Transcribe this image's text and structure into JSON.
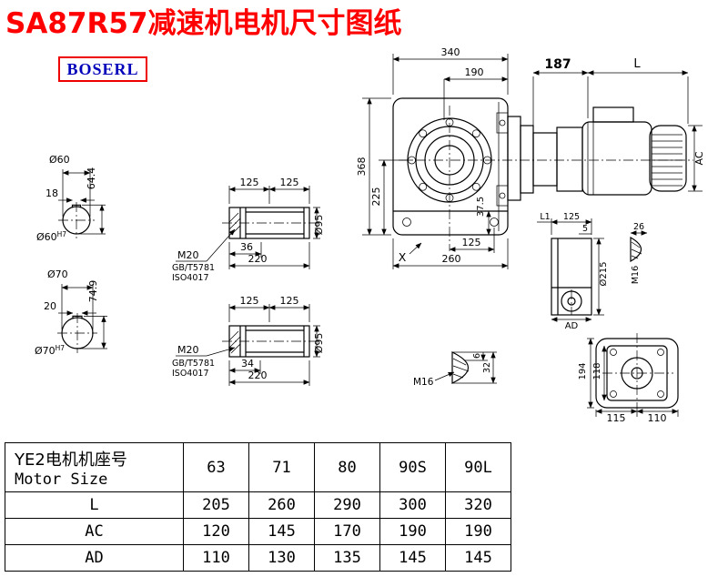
{
  "title": "SA87R57减速机电机尺寸图纸",
  "logo": {
    "text": "BOSERL"
  },
  "colors": {
    "title": "#ff0000",
    "logo_text": "#0000bb",
    "logo_border": "#ee0000",
    "line": "#000000",
    "background": "#ffffff"
  },
  "front_view": {
    "dim_width_total": "340",
    "dim_width_flange": "190",
    "dim_height_total": "368",
    "dim_height_center": "225",
    "dim_foot_height": "37.5",
    "dim_foot_hole": "125",
    "dim_width_bottom": "260",
    "label_x": "X"
  },
  "motor": {
    "dim_adapter": "187",
    "dim_length": "L",
    "dim_diameter": "AC"
  },
  "shaft60": {
    "dia_label": "Ø60",
    "key_width": "18",
    "key_height": "64.4",
    "bore_dia": "Ø60",
    "bore_tol": "H7"
  },
  "shaft70": {
    "dia_label": "Ø70",
    "key_width": "20",
    "key_height": "74.9",
    "bore_dia": "Ø70",
    "bore_tol": "H7"
  },
  "detail_top": {
    "dim_a": "125",
    "dim_b": "125",
    "thread": "M20",
    "std_gb": "GB/T5781",
    "std_iso": "ISO4017",
    "dim_c": "36",
    "dim_total": "220",
    "dia": "Ø95"
  },
  "detail_bottom": {
    "dim_a": "125",
    "dim_b": "125",
    "thread": "M20",
    "std_gb": "GB/T5781",
    "std_iso": "ISO4017",
    "dim_c": "34",
    "dim_total": "220",
    "dia": "Ø95"
  },
  "side_view": {
    "dim_l1": "L1",
    "dim_125": "125",
    "dim_5": "5",
    "dia": "Ø215",
    "dim_ad": "AD"
  },
  "plug_top": {
    "dim_26": "26",
    "thread": "M16"
  },
  "plug_bottom": {
    "thread": "M16",
    "dim_6": "6",
    "dim_32": "32"
  },
  "rear_view": {
    "dim_height": "194",
    "dim_inner": "118",
    "dim_foot_a": "115",
    "dim_foot_b": "110"
  },
  "table": {
    "header_cn": "YE2电机机座号",
    "header_en": "Motor Size",
    "sizes": [
      "63",
      "71",
      "80",
      "90S",
      "90L"
    ],
    "rows": [
      {
        "label": "L",
        "values": [
          "205",
          "260",
          "290",
          "300",
          "320"
        ]
      },
      {
        "label": "AC",
        "values": [
          "120",
          "145",
          "170",
          "190",
          "190"
        ]
      },
      {
        "label": "AD",
        "values": [
          "110",
          "130",
          "135",
          "145",
          "145"
        ]
      }
    ]
  }
}
